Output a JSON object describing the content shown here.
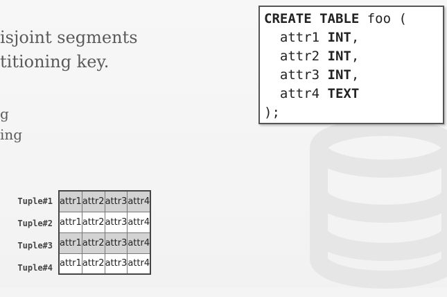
{
  "bullets": {
    "line1": "isjoint segments",
    "line2": "titioning key.",
    "line3": "g",
    "line4": "ing"
  },
  "code": {
    "line1_kw": "CREATE TABLE",
    "line1_rest": " foo (",
    "line2_pre": "  attr1 ",
    "line2_kw": "INT",
    "line2_post": ",",
    "line3_pre": "  attr2 ",
    "line3_kw": "INT",
    "line3_post": ",",
    "line4_pre": "  attr3 ",
    "line4_kw": "INT",
    "line4_post": ",",
    "line5_pre": "  attr4 ",
    "line5_kw": "TEXT",
    "line6": ");"
  },
  "tuples": {
    "labels": [
      "Tuple#1",
      "Tuple#2",
      "Tuple#3",
      "Tuple#4"
    ],
    "rows": [
      [
        "attr1",
        "attr2",
        "attr3",
        "attr4"
      ],
      [
        "attr1",
        "attr2",
        "attr3",
        "attr4"
      ],
      [
        "attr1",
        "attr2",
        "attr3",
        "attr4"
      ],
      [
        "attr1",
        "attr2",
        "attr3",
        "attr4"
      ]
    ],
    "shaded_rows": [
      true,
      false,
      true,
      false
    ]
  },
  "icons": {
    "watermark": "database-cylinder-icon"
  },
  "colors": {
    "shaded": "#d3d3d3",
    "text": "#5a5a5a"
  }
}
